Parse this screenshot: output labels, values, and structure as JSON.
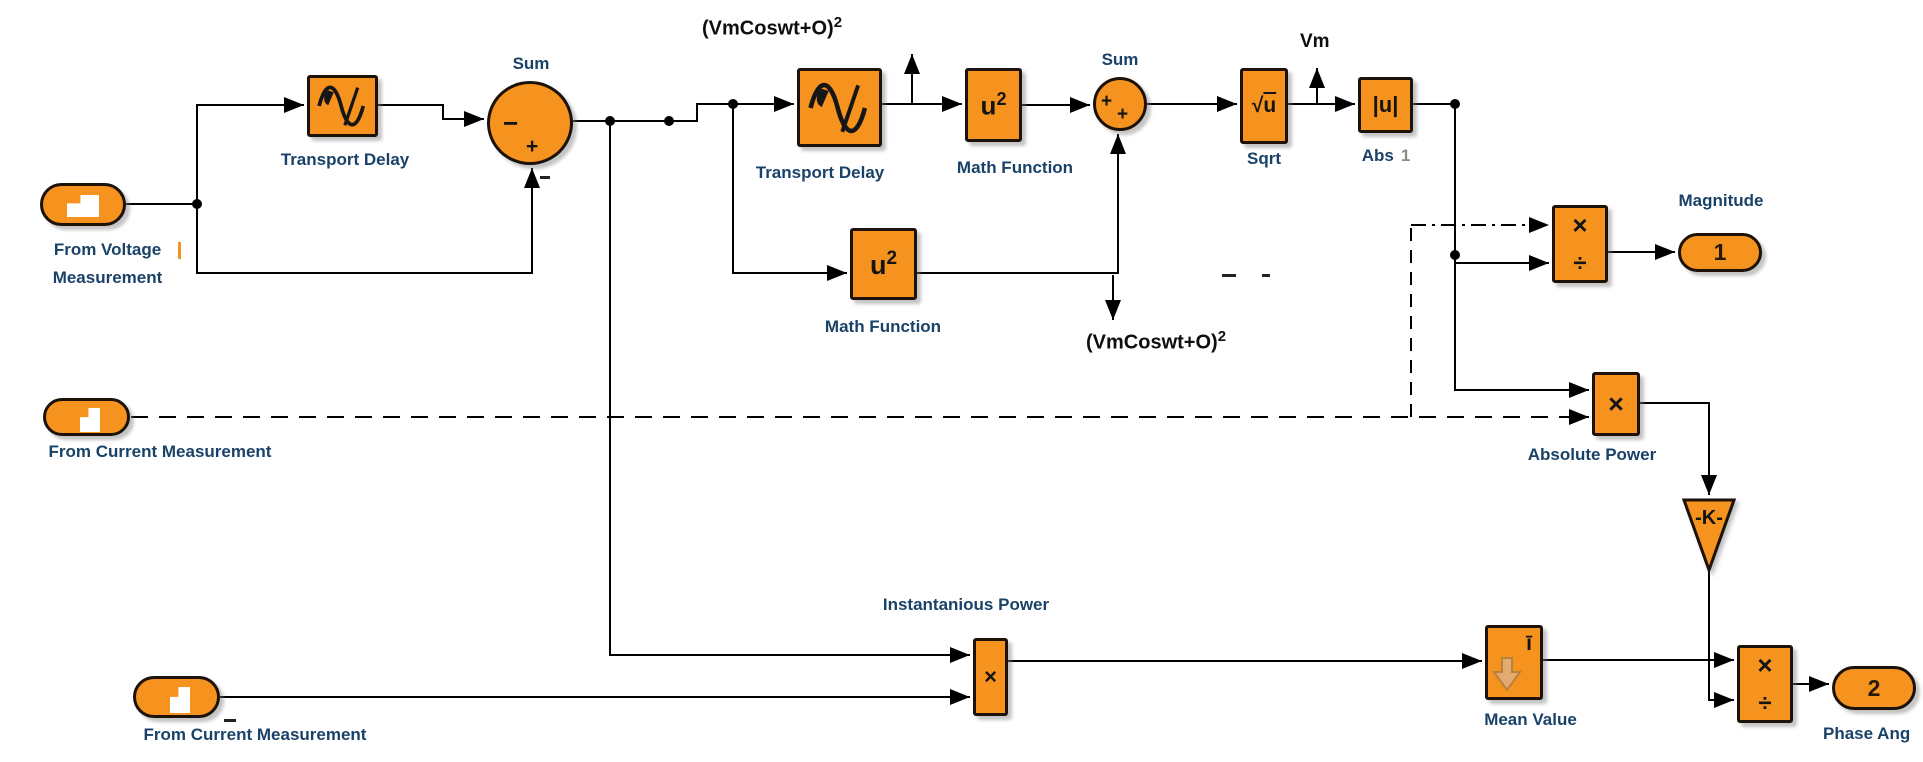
{
  "colors": {
    "block_fill": "#F6921E",
    "block_border": "#1c1208",
    "label_color": "#1a4268",
    "annotation_color": "#0e0e0e",
    "wire_color": "#000000",
    "mean_icon_fill": "#E3AB6F"
  },
  "annotations": {
    "top_sq": {
      "text": "(VmCoswt+O)",
      "sup": "2"
    },
    "bottom_sq": {
      "text": "(VmCoswt+O)",
      "sup": "2"
    },
    "vm": "Vm"
  },
  "blocks": {
    "from_voltage": {
      "line1": "From Voltage",
      "line2": "Measurement"
    },
    "td1": {
      "label": "Transport Delay"
    },
    "sum1": {
      "label": "Sum",
      "left": "−",
      "bottom": "+"
    },
    "td2": {
      "label": "Transport Delay"
    },
    "mf1": {
      "label": "Math Function",
      "base": "u",
      "sup": "2"
    },
    "mf2": {
      "label": "Math Function",
      "base": "u",
      "sup": "2"
    },
    "sum2": {
      "label": "Sum",
      "left": "+",
      "bottom": "+"
    },
    "sqrt": {
      "label": "Sqrt",
      "glyph_radical": "√",
      "glyph_u": "u"
    },
    "abs": {
      "label": "Abs",
      "label_num": "1",
      "glyph": "|u|"
    },
    "from_current_mid": {
      "label": "From Current Measurement"
    },
    "divide1": {
      "top": "×",
      "bottom": "÷"
    },
    "magnitude": {
      "label": "Magnitude",
      "port": "1"
    },
    "abs_power": {
      "label": "Absolute Power",
      "glyph": "×"
    },
    "gain": {
      "glyph": "-K-"
    },
    "inst_power": {
      "label": "Instantanious Power",
      "glyph": "×"
    },
    "mean": {
      "label": "Mean Value",
      "glyph": "ī"
    },
    "divide2": {
      "top": "×",
      "bottom": "÷"
    },
    "phase": {
      "label": "Phase Ang",
      "port": "2"
    },
    "from_current_bot": {
      "label": "From Current Measurement"
    }
  }
}
